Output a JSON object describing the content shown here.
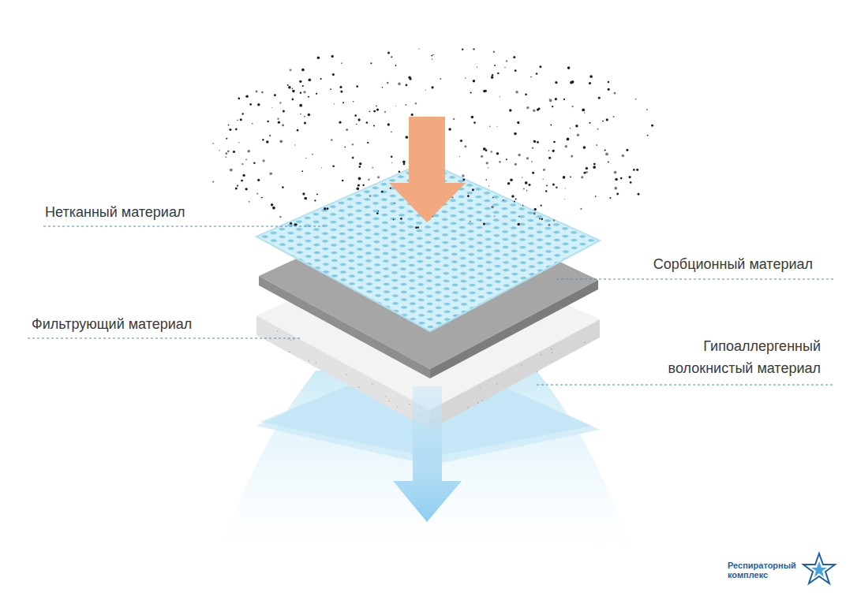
{
  "diagram": {
    "labels": [
      "Нетканный материал",
      "Сорбционный материал",
      "Фильтрующий материал",
      "Гипоаллергенный волокнистый материал",
      "Респираторный комплекс"
    ]
  }
}
